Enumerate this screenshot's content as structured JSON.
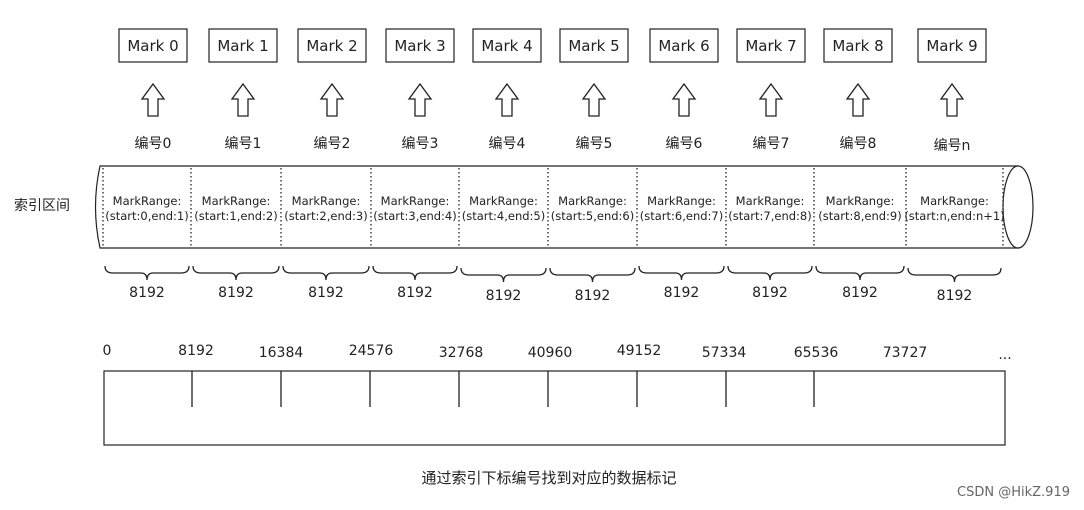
{
  "marks": [
    "Mark 0",
    "Mark 1",
    "Mark 2",
    "Mark 3",
    "Mark 4",
    "Mark 5",
    "Mark 6",
    "Mark 7",
    "Mark 8",
    "Mark 9"
  ],
  "mark_numbers": [
    "编号0",
    "编号1",
    "编号2",
    "编号3",
    "编号4",
    "编号5",
    "编号6",
    "编号7",
    "编号8",
    "编号n"
  ],
  "side_label": "索引区间",
  "ranges": [
    {
      "title": "MarkRange:",
      "detail": "(start:0,end:1)"
    },
    {
      "title": "MarkRange:",
      "detail": "(start:1,end:2)"
    },
    {
      "title": "MarkRange:",
      "detail": "(start:2,end:3)"
    },
    {
      "title": "MarkRange:",
      "detail": "(start:3,end:4)"
    },
    {
      "title": "MarkRange:",
      "detail": "(start:4,end:5)"
    },
    {
      "title": "MarkRange:",
      "detail": "(start:5,end:6)"
    },
    {
      "title": "MarkRange:",
      "detail": "(start:6,end:7)"
    },
    {
      "title": "MarkRange:",
      "detail": "(start:7,end:8)"
    },
    {
      "title": "MarkRange:",
      "detail": "(start:8,end:9)"
    },
    {
      "title": "MarkRange:",
      "detail": "(start:n,end:n+1)"
    }
  ],
  "granule_sizes": [
    "8192",
    "8192",
    "8192",
    "8192",
    "8192",
    "8192",
    "8192",
    "8192",
    "8192",
    "8192"
  ],
  "offsets": [
    "0",
    "8192",
    "16384",
    "24576",
    "32768",
    "40960",
    "49152",
    "57334",
    "65536",
    "73727",
    "..."
  ],
  "caption": "通过索引下标编号找到对应的数据标记",
  "watermark": "CSDN @HikZ.919"
}
